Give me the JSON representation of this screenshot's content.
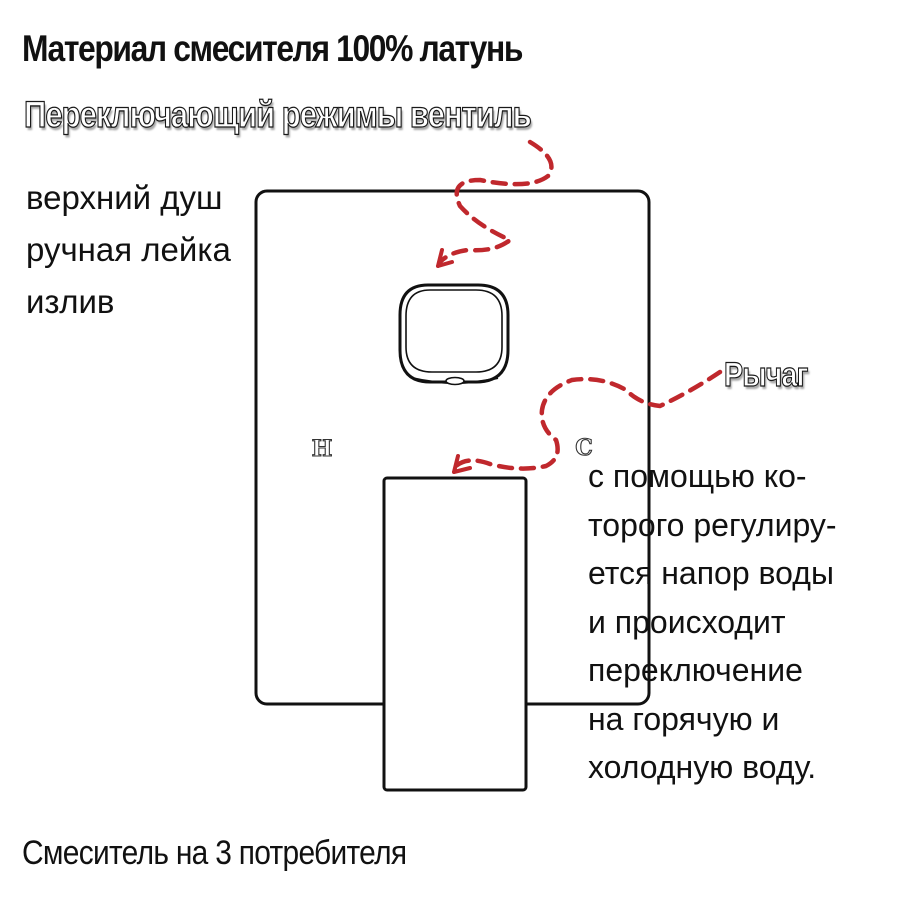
{
  "title": "Материал смесителя 100% латунь",
  "valve": {
    "label": "Переключающий режимы вентиль",
    "modes": [
      "верхний душ",
      "ручная лейка",
      "излив"
    ]
  },
  "lever": {
    "label": "Рычаг",
    "description_lines": [
      "с помощью ко-",
      "торого регулиру-",
      "ется напор воды",
      "и происходит",
      "переключение",
      "на горячую и",
      "холодную воду."
    ]
  },
  "markings": {
    "hot": "H",
    "cold": "C"
  },
  "caption": "Смеситель на 3 потребителя",
  "colors": {
    "text": "#111111",
    "outline": "#111111",
    "arrow": "#c0282d"
  }
}
